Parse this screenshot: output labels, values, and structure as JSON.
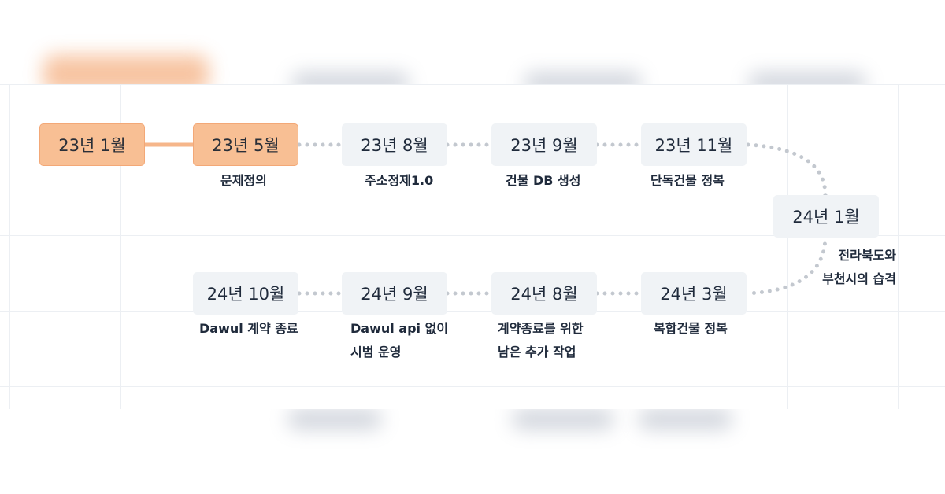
{
  "colors": {
    "active_fill": "#f8bf94",
    "active_line": "#f6b68a",
    "node_fill": "#f0f3f6",
    "dot_color": "#c3c8cf",
    "text": "#1f2a3b"
  },
  "milestones": [
    {
      "date": "23년 1월",
      "caption": [],
      "active": true
    },
    {
      "date": "23년 5월",
      "caption": [
        "문제정의"
      ],
      "active": true
    },
    {
      "date": "23년 8월",
      "caption": [
        "주소정제1.0"
      ],
      "active": false
    },
    {
      "date": "23년 9월",
      "caption": [
        "건물 DB 생성"
      ],
      "active": false
    },
    {
      "date": "23년 11월",
      "caption": [
        "단독건물 정복"
      ],
      "active": false
    },
    {
      "date": "24년 1월",
      "caption": [
        "전라북도와",
        "부천시의 습격"
      ],
      "active": false
    },
    {
      "date": "24년 3월",
      "caption": [
        "복합건물 정복"
      ],
      "active": false
    },
    {
      "date": "24년 8월",
      "caption": [
        "계약종료를 위한",
        "남은 추가 작업"
      ],
      "active": false
    },
    {
      "date": "24년 9월",
      "caption": [
        "Dawul api 없이",
        "시범 운영"
      ],
      "active": false
    },
    {
      "date": "24년 10월",
      "caption": [
        "Dawul 계약 종료"
      ],
      "active": false
    }
  ]
}
